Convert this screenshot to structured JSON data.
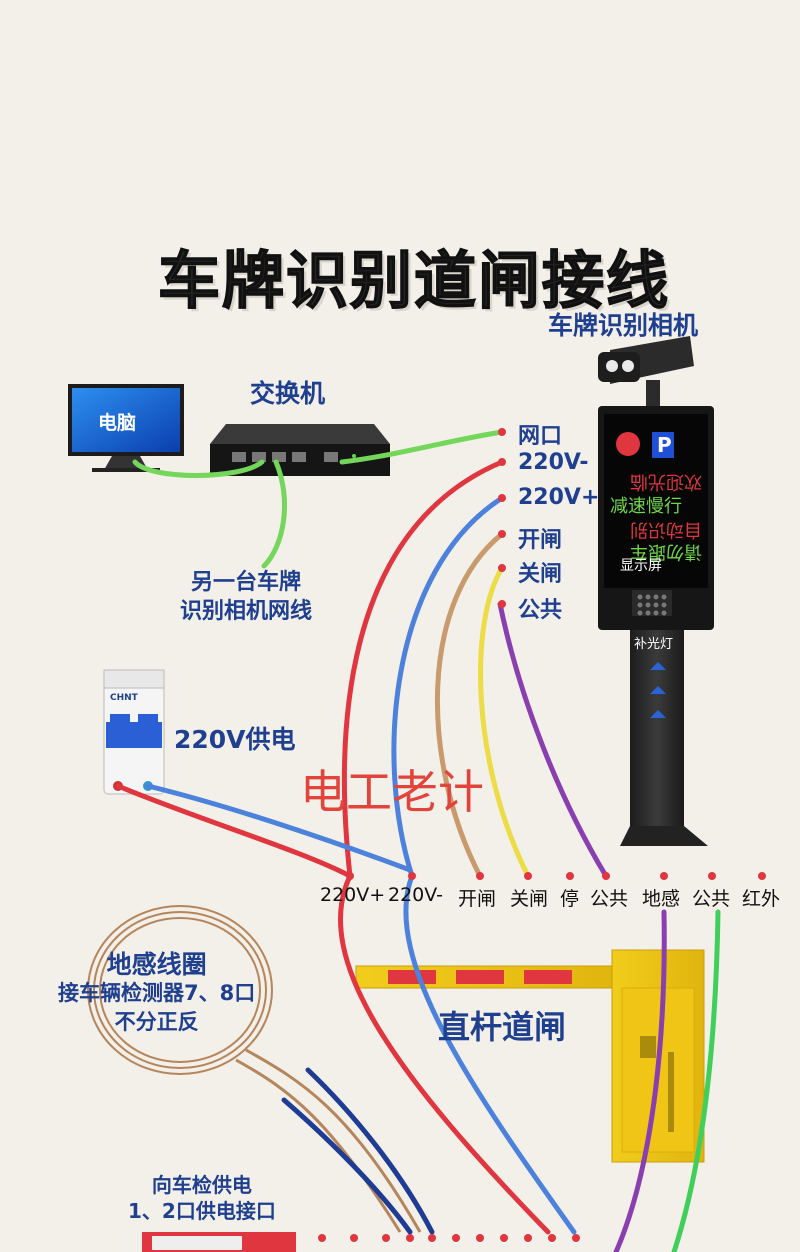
{
  "title": "车牌识别道闸接线",
  "devices": {
    "camera": "车牌识别相机",
    "switch": "交换机",
    "computer": "电脑",
    "other_camera_line1": "另一台车牌",
    "other_camera_line2": "识别相机网线",
    "power": "220V供电",
    "barrier": "直杆道闸",
    "display_screen": "显示屏",
    "fill_light": "补光灯"
  },
  "camera_ports": [
    "网口",
    "220V-",
    "220V+",
    "开闸",
    "关闸",
    "公共"
  ],
  "barrier_terminals": [
    "220V+",
    "220V-",
    "开闸",
    "关闸",
    "停",
    "公共",
    "地感",
    "公共",
    "红外"
  ],
  "loop_note": [
    "地感线圈",
    "接车辆检测器7、8口",
    "不分正反"
  ],
  "detector_note": [
    "向车检供电",
    "1、2口供电接口"
  ],
  "watermark": "电工老计",
  "breaker_brand": "CHNT",
  "led_screen": {
    "lines": [
      "欢迎光临",
      "减速慢行",
      "自动识别",
      "请勿跟车"
    ],
    "parking_symbol": "P"
  },
  "wire_colors": {
    "network": "#74d65a",
    "red": "#e0363f",
    "blue": "#4d82dc",
    "tan": "#c99a6c",
    "yellow": "#ecdc45",
    "purple": "#8a3fb0",
    "navy": "#1e3c94",
    "green": "#3fcf5a"
  }
}
